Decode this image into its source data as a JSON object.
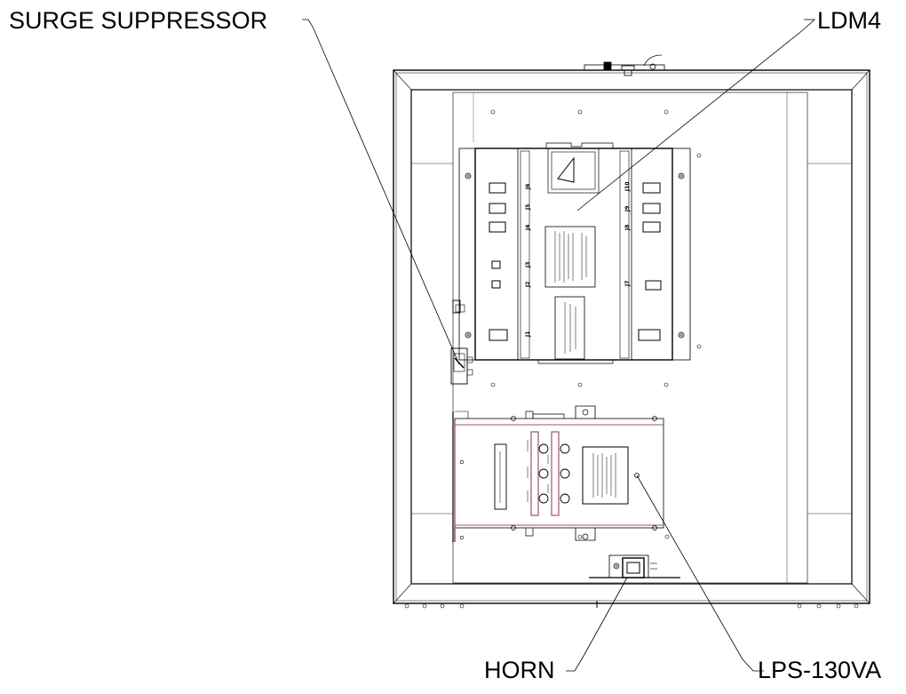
{
  "callouts": {
    "surge_suppressor": "SURGE SUPPRESSOR",
    "ldm4": "LDM4",
    "horn": "HORN",
    "lps_130va": "LPS-130VA"
  },
  "ldm_connectors": {
    "left": [
      "J6",
      "J5",
      "J4",
      "J3",
      "J2",
      "J1"
    ],
    "right": [
      "J10",
      "J9",
      "J8",
      "J7"
    ]
  }
}
